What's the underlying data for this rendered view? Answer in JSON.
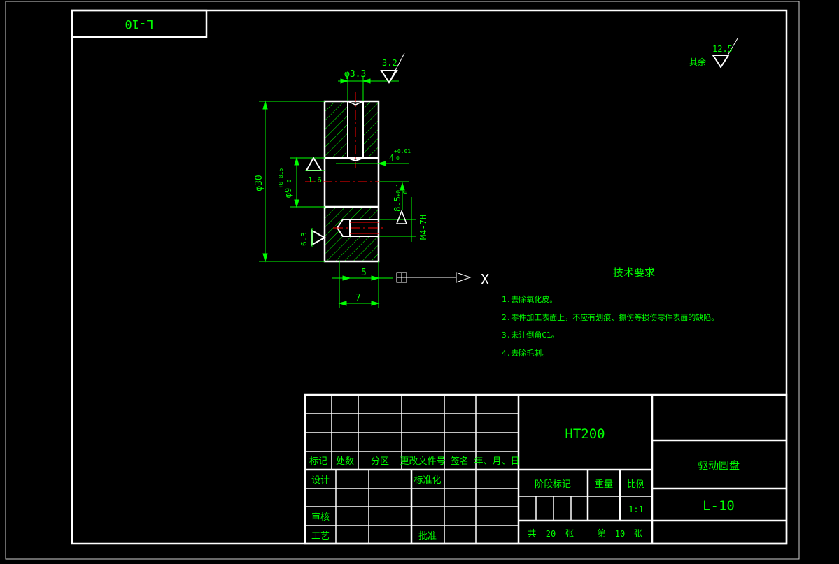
{
  "colors": {
    "background": "#000000",
    "frame": "#ffffff",
    "dimension": "#00ff00",
    "table_text": "#00ff00",
    "centerline": "#ff0000",
    "notes": "#00ff00"
  },
  "drawing_number_tab": "L-10",
  "surface_finish": {
    "other_label": "其余",
    "other_value": "12.5",
    "hole_value": "3.2",
    "bore_value": "1.6",
    "side_value": "6.3"
  },
  "dimensions": {
    "top_hole": "φ3.3",
    "outer_diameter": "φ30",
    "bore": "φ9",
    "bore_tol_upper": "+0.015",
    "bore_tol_lower": "0",
    "keyway_width": "4",
    "keyway_tol_upper": "+0.01",
    "keyway_tol_lower": "0",
    "keyway_depth": "8.5",
    "keyway_depth_tol_upper": "+0.1",
    "keyway_depth_tol_lower": "0",
    "thread": "M4-7H",
    "length_5": "5",
    "length_7": "7"
  },
  "axis_label": "X",
  "tech_requirements": {
    "title": "技术要求",
    "items": [
      "1.去除氧化皮。",
      "2.零件加工表面上，不应有划痕、擦伤等损伤零件表面的缺陷。",
      "3.未注倒角C1。",
      "4.去除毛刺。"
    ]
  },
  "title_block": {
    "material": "HT200",
    "part_name": "驱动圆盘",
    "drawing_number": "L-10",
    "rev_headers": [
      "标记",
      "处数",
      "分区",
      "更改文件号",
      "签名",
      "年、月、日"
    ],
    "design_label": "设计",
    "standard_label": "标准化",
    "review_label": "审核",
    "process_label": "工艺",
    "approve_label": "批准",
    "stage_mark_label": "阶段标记",
    "weight_label": "重量",
    "scale_label": "比例",
    "scale_value": "1:1",
    "total_sheets_prefix": "共",
    "total_sheets": "20",
    "total_sheets_suffix": "张",
    "sheet_prefix": "第",
    "sheet_number": "10",
    "sheet_suffix": "张"
  }
}
